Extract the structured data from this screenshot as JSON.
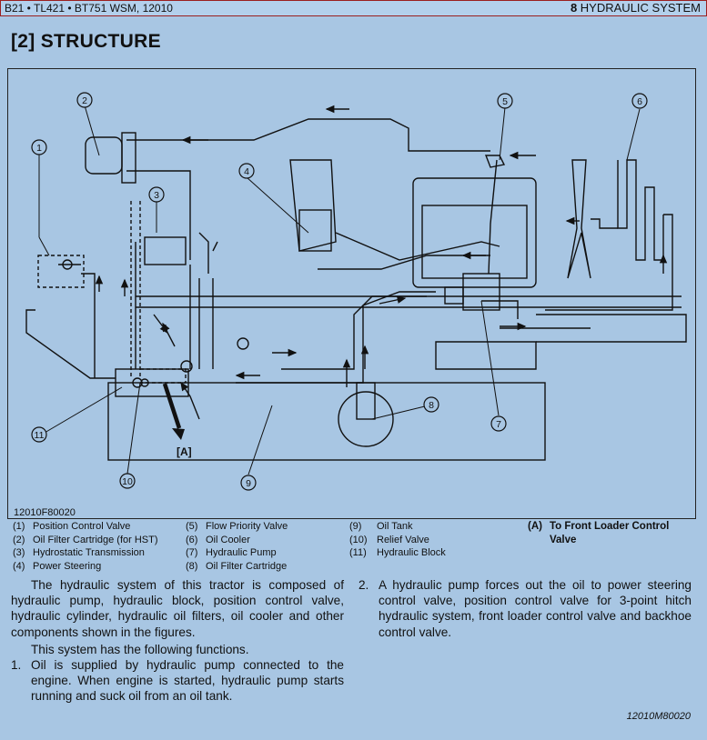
{
  "header": {
    "left": "B21 • TL421 • BT751 WSM, 12010",
    "right_num": "8",
    "right_title": "HYDRAULIC SYSTEM"
  },
  "section": {
    "title": "[2]  STRUCTURE"
  },
  "figure": {
    "code": "12010F80020",
    "callouts": [
      "1",
      "2",
      "3",
      "4",
      "5",
      "6",
      "7",
      "8",
      "9",
      "10",
      "11"
    ],
    "label_A": "[A]"
  },
  "legend": {
    "col1": [
      {
        "num": "(1)",
        "text": "Position Control Valve"
      },
      {
        "num": "(2)",
        "text": "Oil Filter Cartridge (for HST)"
      },
      {
        "num": "(3)",
        "text": "Hydrostatic Transmission"
      },
      {
        "num": "(4)",
        "text": "Power Steering"
      }
    ],
    "col2": [
      {
        "num": "(5)",
        "text": "Flow Priority Valve"
      },
      {
        "num": "(6)",
        "text": "Oil Cooler"
      },
      {
        "num": "(7)",
        "text": "Hydraulic Pump"
      },
      {
        "num": "(8)",
        "text": "Oil Filter Cartridge"
      }
    ],
    "col3": [
      {
        "num": "(9)",
        "text": "Oil Tank"
      },
      {
        "num": "(10)",
        "text": "Relief Valve"
      },
      {
        "num": "(11)",
        "text": "Hydraulic Block"
      }
    ],
    "colA": {
      "num": "(A)",
      "line1": "To Front Loader Control",
      "line2": "Valve"
    }
  },
  "body": {
    "p1": "The hydraulic system of this tractor is composed of hydraulic pump, hydraulic block, position control valve, hydraulic cylinder, hydraulic oil filters, oil cooler and other components shown in the figures.",
    "p2": "This system has the following functions.",
    "item1_num": "1.",
    "item1": "Oil is supplied by hydraulic pump connected to the engine. When engine is started, hydraulic pump starts running and suck oil from an oil tank.",
    "item2_num": "2.",
    "item2": "A hydraulic pump forces out the oil to power steering control valve, position control valve for 3-point hitch hydraulic system, front loader control valve and backhoe control valve."
  },
  "footer": {
    "code": "12010M80020"
  }
}
